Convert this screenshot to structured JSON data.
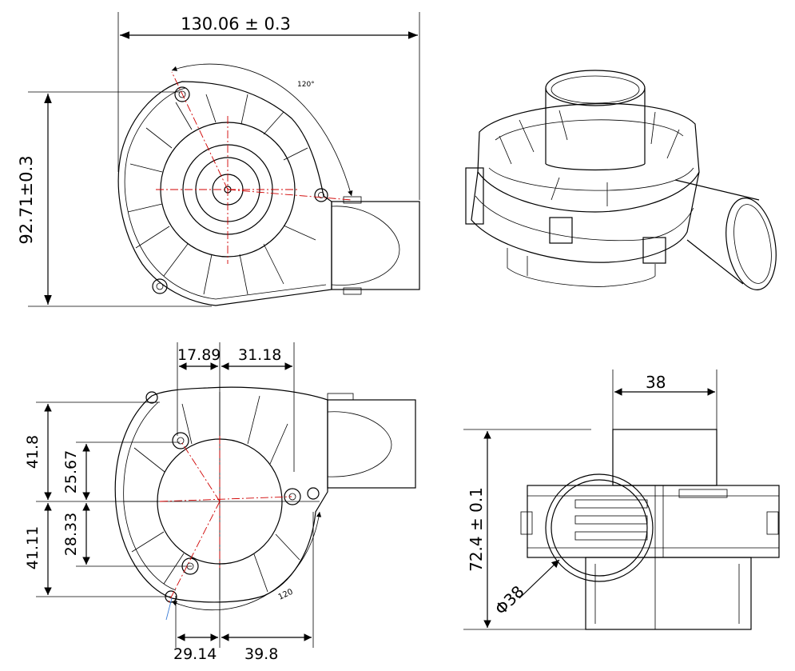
{
  "top_view": {
    "width_label": "130.06 ± 0.3",
    "height_label": "92.71±0.3",
    "angle_label": "120°"
  },
  "bottom_view": {
    "dim_a": "17.89",
    "dim_b": "31.18",
    "dim_c": "41.8",
    "dim_d": "25.67",
    "dim_e": "41.11",
    "dim_f": "28.33",
    "dim_g": "29.14",
    "dim_h": "39.8",
    "angle_label": "120"
  },
  "side_view": {
    "width_label": "38",
    "height_label": "72.4 ± 0.1",
    "diameter_label": "Φ38"
  },
  "colors": {
    "line": "#000000",
    "center_line": "#d00000",
    "accent": "#3a7bd5"
  }
}
